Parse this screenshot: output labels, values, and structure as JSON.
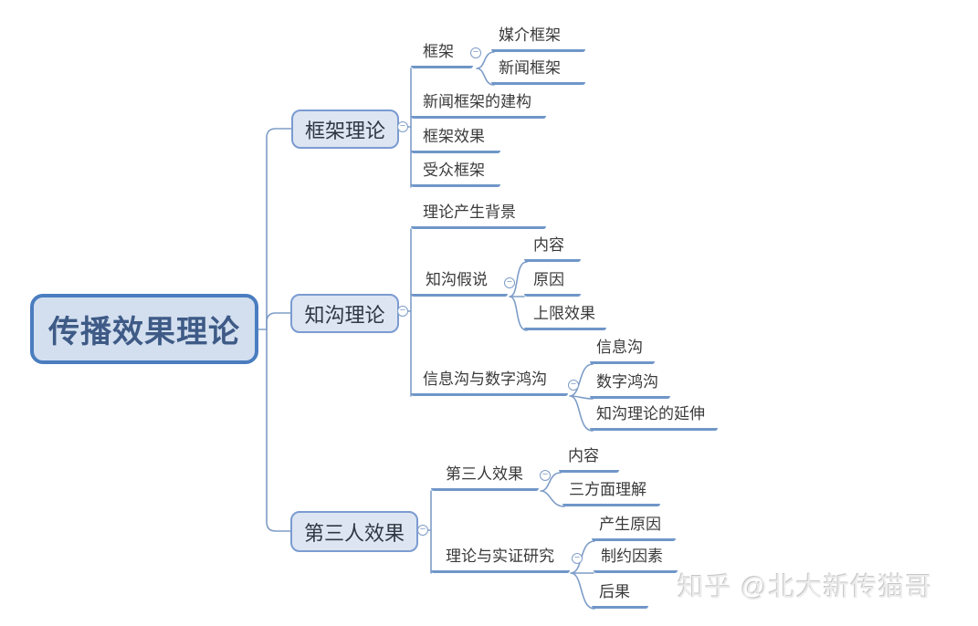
{
  "root": {
    "label": "传播效果理论"
  },
  "branches": [
    {
      "label": "框架理论",
      "children": [
        {
          "label": "框架",
          "children": [
            {
              "label": "媒介框架"
            },
            {
              "label": "新闻框架"
            }
          ]
        },
        {
          "label": "新闻框架的建构"
        },
        {
          "label": "框架效果"
        },
        {
          "label": "受众框架"
        }
      ]
    },
    {
      "label": "知沟理论",
      "children": [
        {
          "label": "理论产生背景"
        },
        {
          "label": "知沟假说",
          "children": [
            {
              "label": "内容"
            },
            {
              "label": "原因"
            },
            {
              "label": "上限效果"
            }
          ]
        },
        {
          "label": "信息沟与数字鸿沟",
          "children": [
            {
              "label": "信息沟"
            },
            {
              "label": "数字鸿沟"
            },
            {
              "label": "知沟理论的延伸"
            }
          ]
        }
      ]
    },
    {
      "label": "第三人效果",
      "children": [
        {
          "label": "第三人效果",
          "children": [
            {
              "label": "内容"
            },
            {
              "label": "三方面理解"
            }
          ]
        },
        {
          "label": "理论与实证研究",
          "children": [
            {
              "label": "产生原因"
            },
            {
              "label": "制约因素"
            },
            {
              "label": "后果"
            }
          ]
        }
      ]
    }
  ],
  "ui": {
    "collapse_glyph": "−"
  },
  "watermark": {
    "text": "知乎 @北大新传猫哥"
  },
  "colors": {
    "line": "#7e9dc7",
    "underline": "#6f96c8",
    "root_fill": "#d3dfef",
    "root_border": "#4a7dbf",
    "root_text": "#3e5a86",
    "branch_fill": "#dce5f1",
    "branch_border": "#7b9bd2",
    "topic_text": "#3a3a3a",
    "watermark_gray": "#c6c6c6"
  }
}
